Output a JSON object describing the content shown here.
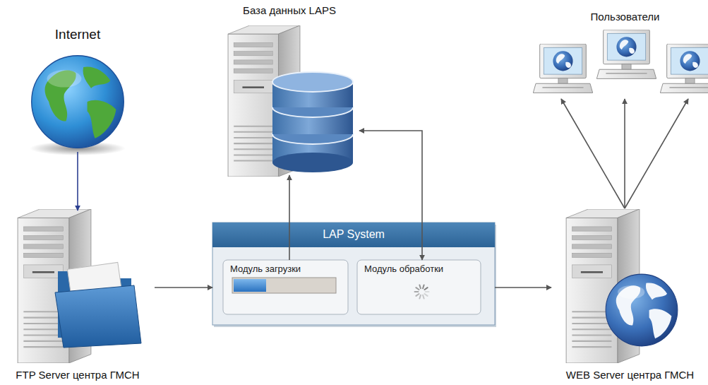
{
  "diagram": {
    "nodes": [
      {
        "text": [
          "Internet"
        ]
      },
      {
        "text": [
          "FTP Server центра ГМСН"
        ]
      },
      {
        "text": [
          "База данных LAPS"
        ]
      },
      {
        "text": [
          "LAP System"
        ]
      },
      {
        "text": [
          "Модуль загрузки"
        ],
        "in": 3
      },
      {
        "text": [
          "Модуль обработки"
        ],
        "in": 3
      },
      {
        "text": [
          "WEB Server центра ГМСН"
        ]
      },
      {
        "text": [
          "Пользователи"
        ]
      }
    ],
    "edges": [
      {
        "from": 0,
        "to": 1,
        "arrow": "to"
      },
      {
        "from": 1,
        "to": 3,
        "arrow": "to"
      },
      {
        "from": 4,
        "to": 2,
        "arrow": "to"
      },
      {
        "from": 5,
        "to": 2,
        "arrow": "both"
      },
      {
        "from": 3,
        "to": 6,
        "arrow": "to"
      },
      {
        "from": 6,
        "to": 7,
        "arrow": "to"
      }
    ]
  }
}
